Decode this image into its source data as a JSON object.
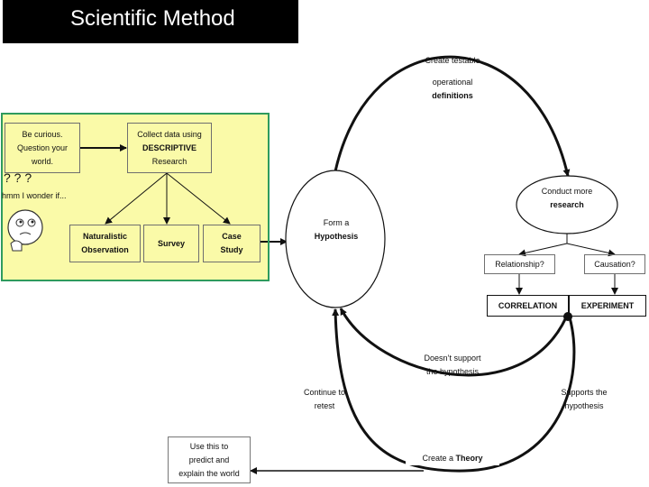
{
  "title": "Scientific Method",
  "colors": {
    "panel_fill": "#fafaa8",
    "panel_border": "#2e9b5e",
    "title_bg": "#000000"
  },
  "panel": {
    "curious": [
      "Be curious.",
      "Question your",
      "world."
    ],
    "collect": [
      "Collect data using",
      "DESCRIPTIVE",
      "Research"
    ],
    "naturalistic": [
      "Naturalistic",
      "Observation"
    ],
    "survey": "Survey",
    "case": [
      "Case",
      "Study"
    ],
    "question_marks": "?   ?   ?",
    "wonder": "hmm I wonder if..."
  },
  "nodes": {
    "operational": [
      "Create testable",
      "operational",
      "definitions"
    ],
    "conduct": [
      "Conduct more",
      "research"
    ],
    "hypothesis": [
      "Form a",
      "Hypothesis"
    ],
    "relationship": "Relationship?",
    "causation": "Causation?",
    "correlation": "CORRELATION",
    "experiment": "EXPERIMENT",
    "doesnt_support": [
      "Doesn’t support",
      "the hypothesis"
    ],
    "continue": [
      "Continue to",
      "retest"
    ],
    "supports": [
      "Supports the",
      "hypothesis"
    ],
    "theory_prefix": "Create a ",
    "theory_word": "Theory",
    "use_this": [
      "Use this to",
      "predict and",
      "explain the world"
    ]
  }
}
